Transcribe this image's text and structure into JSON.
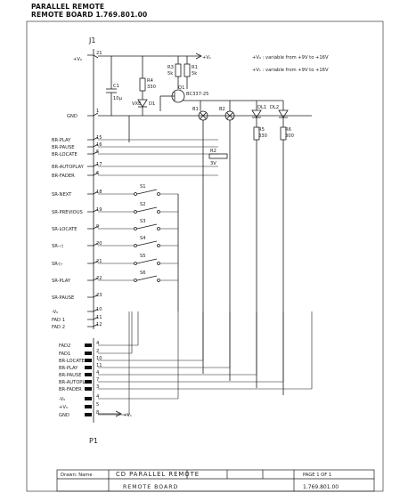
{
  "header": {
    "title": "PARALLEL REMOTE",
    "subtitle": "REMOTE BOARD 1.769.801.00"
  },
  "connectors": {
    "j1": "J1",
    "p1": "P1"
  },
  "j1_top": [
    {
      "label": "+V₀",
      "pin": "21"
    },
    {
      "label": "GND",
      "pin": "1"
    }
  ],
  "j1_pins": [
    {
      "label": "BR-PLAY",
      "pin": "15"
    },
    {
      "label": "BR-PAUSE",
      "pin": "16"
    },
    {
      "label": "BR-LOCATE",
      "pin": "5"
    },
    {
      "label": "BR-AUTOPLAY",
      "pin": "17"
    },
    {
      "label": "BR-FADER",
      "pin": "6"
    },
    {
      "label": "SR-NEXT",
      "pin": "18"
    },
    {
      "label": "SR-PREVIOUS",
      "pin": "19"
    },
    {
      "label": "SR-LOCATE",
      "pin": "9"
    },
    {
      "label": "SR-◁",
      "pin": "20"
    },
    {
      "label": "SR-▷",
      "pin": "21"
    },
    {
      "label": "SR-PLAY",
      "pin": "22"
    },
    {
      "label": "SR-PAUSE",
      "pin": "23"
    },
    {
      "label": "-V₀",
      "pin": "10"
    },
    {
      "label": "FAD 1",
      "pin": "11"
    },
    {
      "label": "FAD 2",
      "pin": "12"
    }
  ],
  "p1_pins": [
    {
      "label": "FAD2",
      "pin": "4"
    },
    {
      "label": "FAD1",
      "pin": "2"
    },
    {
      "label": "BR-LOCATE",
      "pin": "10"
    },
    {
      "label": "BR-PLAY",
      "pin": "11"
    },
    {
      "label": "BR-PAUSE",
      "pin": "4"
    },
    {
      "label": "BR-AUTOPLAY",
      "pin": "7"
    },
    {
      "label": "BR-FADER",
      "pin": "3"
    },
    {
      "label": "-V₀",
      "pin": "4"
    },
    {
      "label": "+V₀",
      "pin": "5"
    },
    {
      "label": "GND",
      "pin": "8"
    }
  ],
  "components": {
    "c1": "C1",
    "c1_val": "10µ",
    "r4": "R4",
    "r4_val": "330",
    "r3": "R3",
    "r3_val": "5k",
    "r1": "R1",
    "r1_val": "5k",
    "q1": "Q1",
    "q1_val": "BC337-25",
    "d1": "D1",
    "d1_val": "VXE",
    "b1": "B1",
    "b2": "B2",
    "dl1": "DL1",
    "dl2": "DL2",
    "r5": "R5",
    "r5_val": "330",
    "r6": "R6",
    "r6_val": "300",
    "r2": "R2",
    "r2_val": "3V"
  },
  "switches": [
    "S1",
    "S2",
    "S3",
    "S4",
    "S5",
    "S6"
  ],
  "notes": {
    "n1": "+V₀ : variable from +9V to +16V",
    "n2": "+V₁ : variable from +9V to +16V",
    "vb_top": "+V₁",
    "vb_bottom": "+V₁"
  },
  "title_block": {
    "drawn": "Drawn: Name",
    "title": "CD PARALLEL REMOTE",
    "subtitle": "REMOTE BOARD",
    "page": "PAGE 1 OF 1",
    "number": "1.769.801.00"
  }
}
